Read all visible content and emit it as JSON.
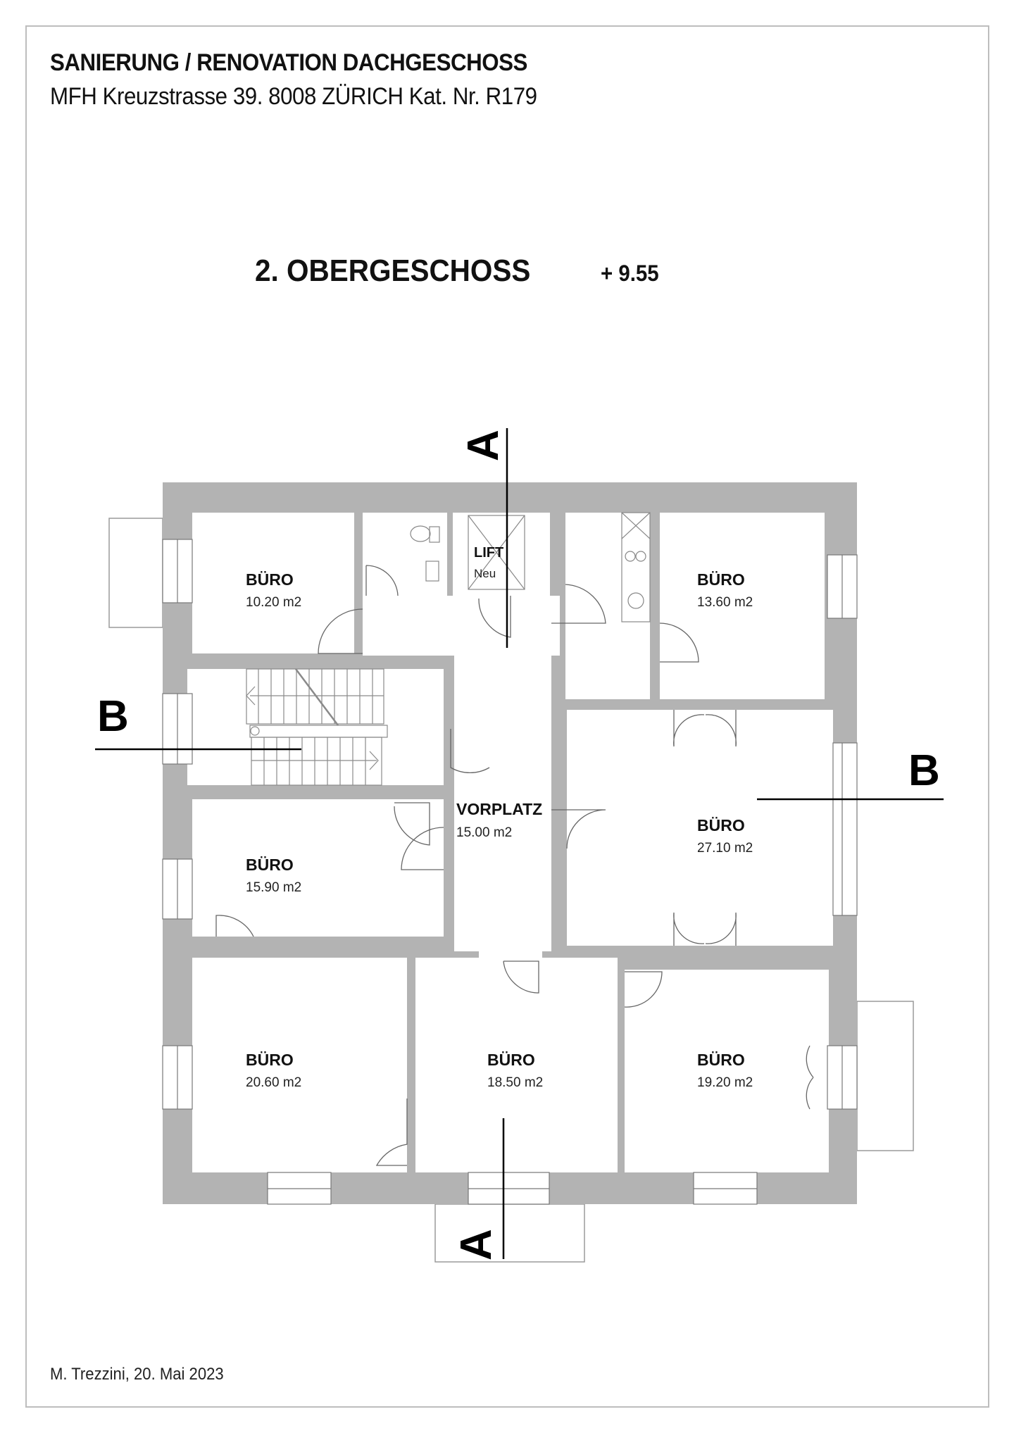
{
  "header": {
    "title": "SANIERUNG  / RENOVATION  DACHGESCHOSS",
    "subtitle": "MFH  Kreuzstrasse 39. 8008 ZÜRICH Kat. Nr. R179"
  },
  "floor": {
    "name": "2. OBERGESCHOSS",
    "level": "+ 9.55"
  },
  "rooms": [
    {
      "name": "BÜRO",
      "area": "10.20 m2"
    },
    {
      "name": "BÜRO",
      "area": "13.60 m2"
    },
    {
      "name": "BÜRO",
      "area": "15.90 m2"
    },
    {
      "name": "VORPLATZ",
      "area": "15.00 m2"
    },
    {
      "name": "BÜRO",
      "area": "27.10 m2"
    },
    {
      "name": "BÜRO",
      "area": "20.60 m2"
    },
    {
      "name": "BÜRO",
      "area": "18.50 m2"
    },
    {
      "name": "BÜRO",
      "area": "19.20 m2"
    }
  ],
  "lift": {
    "name": "LIFT",
    "note": "Neu"
  },
  "sections": {
    "a_top": "A",
    "a_bottom": "A",
    "b_left": "B",
    "b_right": "B"
  },
  "footer": {
    "author_date": "M. Trezzini,  20. Mai 2023"
  },
  "colors": {
    "wall": "#b3b3b3",
    "line": "#555555",
    "section_line": "#000000"
  }
}
